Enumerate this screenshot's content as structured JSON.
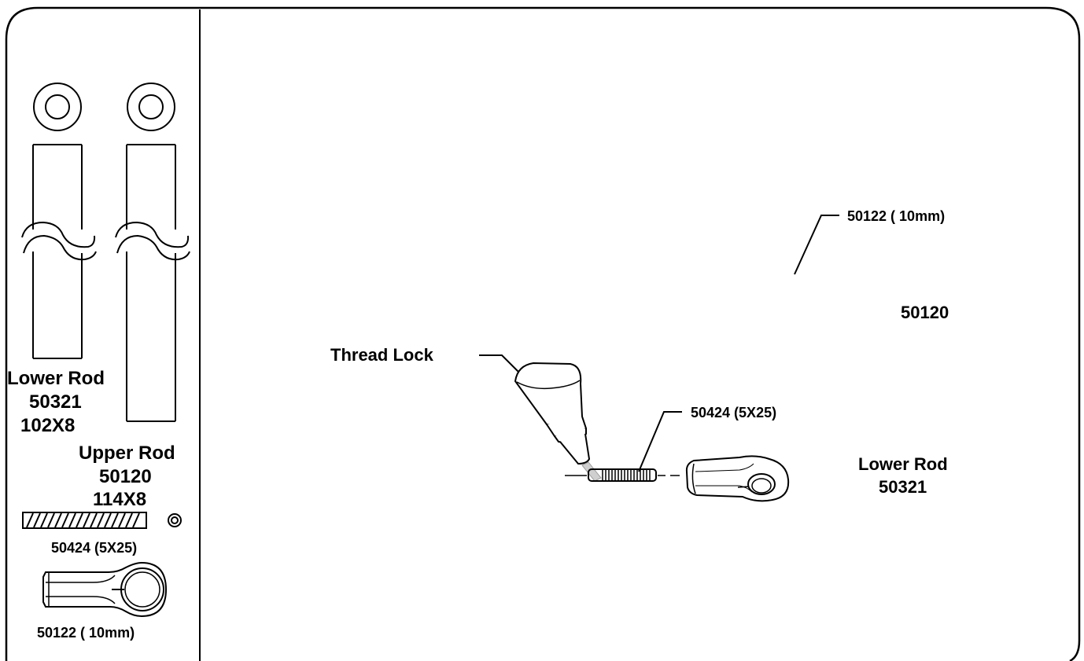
{
  "parts_panel": {
    "lower_rod": {
      "name": "Lower Rod",
      "part_no": "50321",
      "size": "102X8"
    },
    "upper_rod": {
      "name": "Upper Rod",
      "part_no": "50120",
      "size": "114X8"
    },
    "set_screw": {
      "part_no": "50424 (5X25)"
    },
    "ball_end": {
      "part_no": "50122 ( 10mm)"
    }
  },
  "assembly": {
    "ball_end_callout": "50122 ( 10mm)",
    "upper_rod_no": "50120",
    "thread_lock": "Thread Lock",
    "set_screw_callout": "50424 (5X25)",
    "lower_rod": {
      "name": "Lower Rod",
      "part_no": "50321"
    }
  }
}
